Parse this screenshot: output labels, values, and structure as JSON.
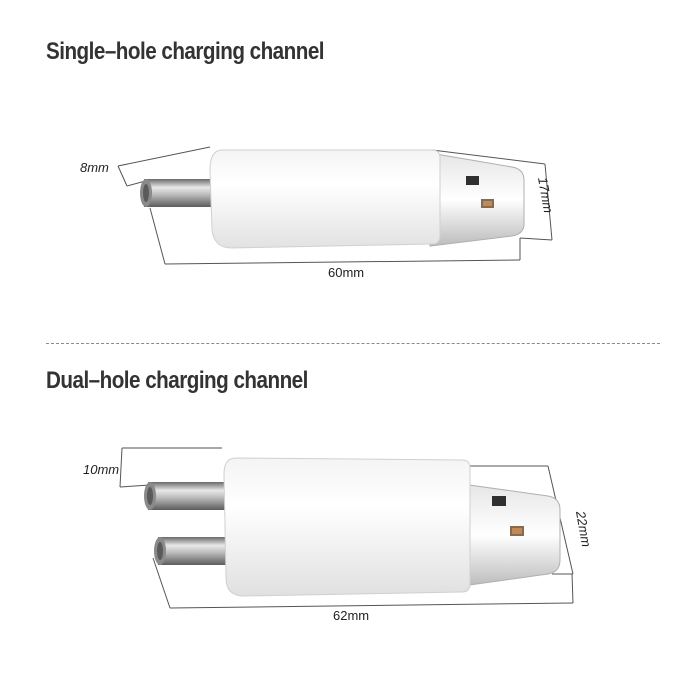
{
  "sections": {
    "single": {
      "title": "Single–hole charging channel",
      "dims": {
        "diameter": "8mm",
        "width": "17mm",
        "length": "60mm"
      }
    },
    "dual": {
      "title": "Dual–hole charging channel",
      "dims": {
        "diameter": "10mm",
        "width": "22mm",
        "length": "62mm"
      }
    }
  }
}
